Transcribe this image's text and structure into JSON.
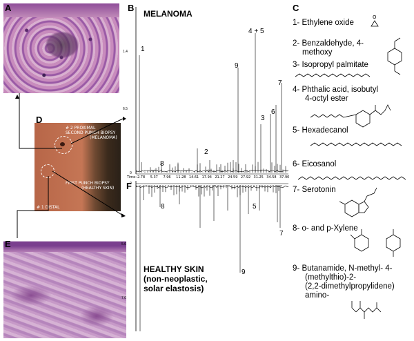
{
  "panels": {
    "a": "A",
    "b": "B",
    "c": "C",
    "d": "D",
    "e": "E",
    "f": "F"
  },
  "chromatogram": {
    "title_top": "MELANOMA",
    "title_bottom_lines": [
      "HEALTHY SKIN",
      "(non-neoplastic,",
      "solar elastosis)"
    ],
    "y_labels_top": [
      "1.4",
      "6.5",
      "0"
    ],
    "y_labels_bottom": [
      "0",
      "5.6",
      "7.6"
    ],
    "time_label": "Time:",
    "time_ticks": [
      "2.78",
      "5.37",
      "7.96",
      "11.28",
      "14.61",
      "17.94",
      "21.27",
      "24.59",
      "27.92",
      "31.25",
      "34.58",
      "37.90"
    ],
    "peaks_top": [
      "1",
      "2",
      "3",
      "4 + 5",
      "6",
      "7",
      "8",
      "9"
    ],
    "peaks_bottom": [
      "8",
      "5",
      "7",
      "9"
    ]
  },
  "compounds": [
    {
      "num": "1-",
      "name": "Ethylene oxide"
    },
    {
      "num": "2-",
      "name_lines": [
        "Benzaldehyde, 4-",
        "methoxy"
      ]
    },
    {
      "num": "3-",
      "name": "Isopropyl palmitate"
    },
    {
      "num": "4-",
      "name_lines": [
        "Phthalic acid, isobutyl",
        "4-octyl ester"
      ]
    },
    {
      "num": "5-",
      "name": "Hexadecanol"
    },
    {
      "num": "6-",
      "name": "Eicosanol"
    },
    {
      "num": "7-",
      "name": "Serotonin"
    },
    {
      "num": "8-",
      "name": "o- and p-Xylene"
    },
    {
      "num": "9-",
      "name_lines": [
        "Butanamide, N-methyl- 4-",
        "(methylthio)-2-",
        "(2,2-dimethylpropylidene)",
        "amino-"
      ]
    }
  ],
  "photo": {
    "labels": [
      "# 2 PROXIMAL",
      "SECOND PUNCH BIOPSY",
      "(MELANOMA)",
      "FIRST PUNCH BIOPSY",
      "(HEALTHY SKIN)",
      "# 1 DISTAL"
    ]
  },
  "colors": {
    "histo_pink": "#d7a9c9",
    "histo_purple": "#7a3f8f",
    "skin": "#b86a4a",
    "dark_bg": "#2a2118"
  }
}
